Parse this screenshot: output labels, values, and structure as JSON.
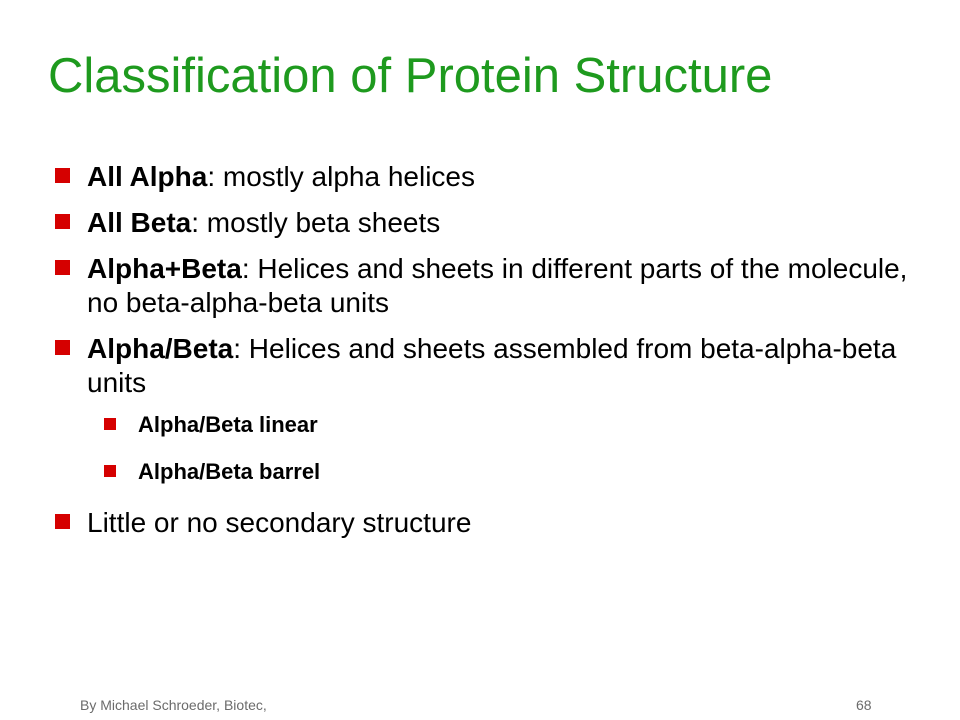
{
  "slide": {
    "title": "Classification of Protein Structure",
    "title_color": "#1e9a1e",
    "bullet_color": "#d50000",
    "bullets": [
      {
        "term": "All Alpha",
        "desc": ": mostly alpha helices"
      },
      {
        "term": "All Beta",
        "desc": ": mostly beta sheets"
      },
      {
        "term": "Alpha+Beta",
        "desc": ": Helices and sheets in different parts of the molecule, no beta-alpha-beta units"
      },
      {
        "term": "Alpha/Beta",
        "desc": ": Helices and sheets assembled from beta-alpha-beta units"
      }
    ],
    "sub_bullets": [
      {
        "text": "Alpha/Beta linear"
      },
      {
        "text": "Alpha/Beta barrel"
      }
    ],
    "last_bullet": {
      "text": "Little or no secondary structure"
    },
    "footer": {
      "author": "By Michael Schroeder, Biotec,",
      "page_number": "68"
    },
    "icons": {
      "bullet": "square-bullet-icon"
    }
  }
}
